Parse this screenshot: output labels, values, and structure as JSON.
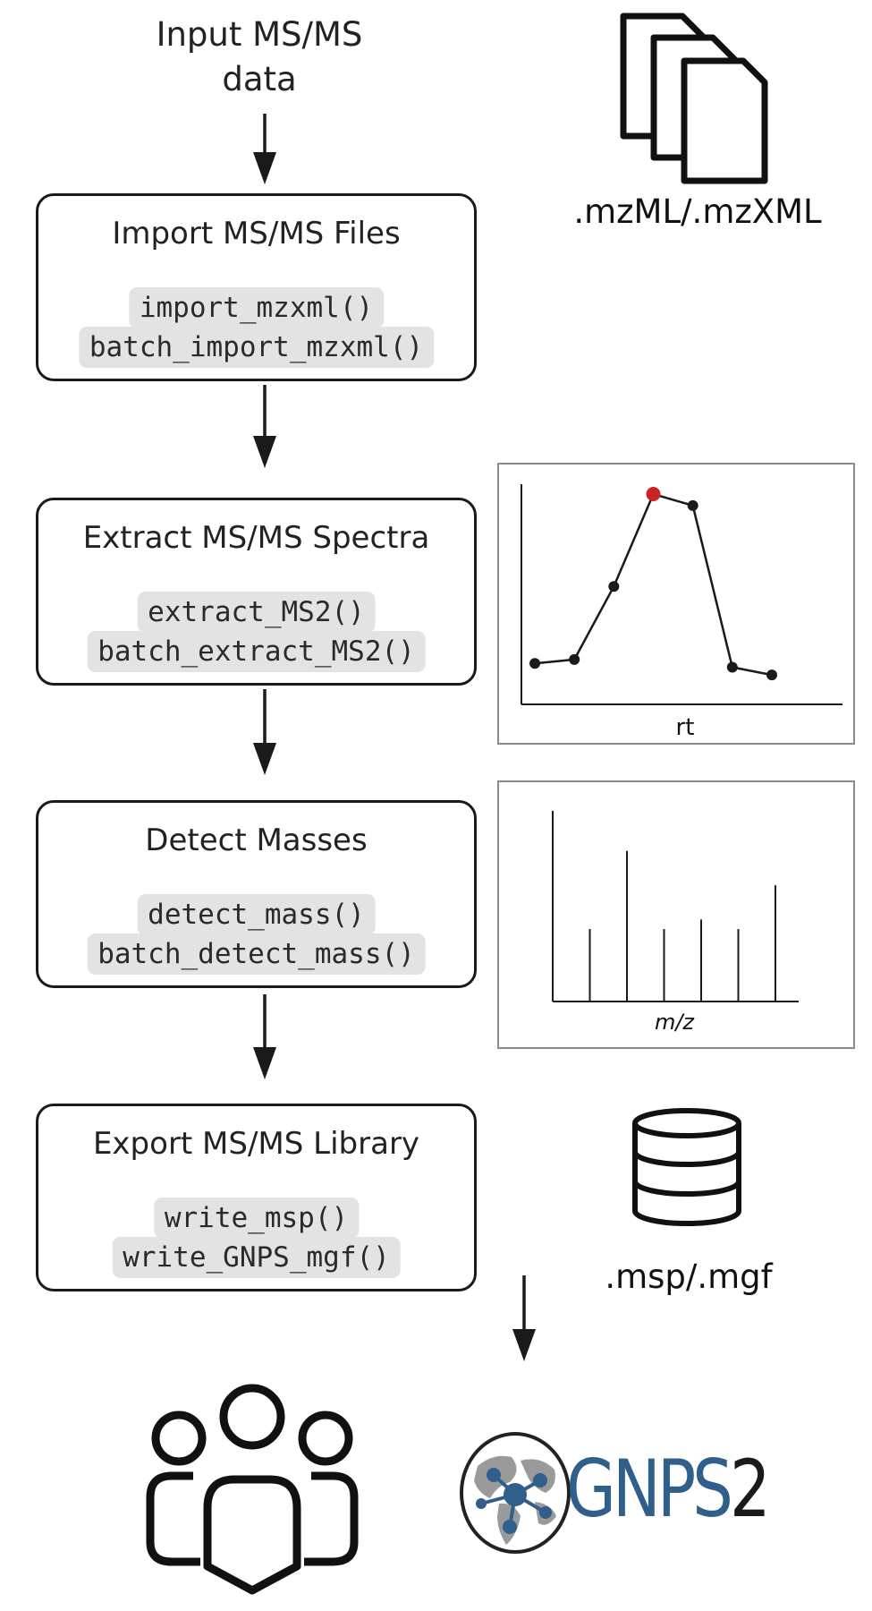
{
  "input_title": "Input MS/MS data",
  "input_file_label": ".mzML/.mzXML",
  "steps": [
    {
      "title": "Import MS/MS Files",
      "functions": [
        "import_mzxml()",
        "batch_import_mzxml()"
      ]
    },
    {
      "title": "Extract MS/MS Spectra",
      "functions": [
        "extract_MS2()",
        "batch_extract_MS2()"
      ]
    },
    {
      "title": "Detect Masses",
      "functions": [
        "detect_mass()",
        "batch_detect_mass()"
      ]
    },
    {
      "title": "Export MS/MS Library",
      "functions": [
        "write_msp()",
        "write_GNPS_mgf()"
      ]
    }
  ],
  "output_file_label": ".msp/.mgf",
  "gnps_logo_text": "GNPS",
  "gnps_logo_number": "2",
  "chart_data": [
    {
      "type": "line",
      "xlabel": "rt",
      "x": [
        1,
        2,
        3,
        4,
        5,
        6,
        7
      ],
      "values": [
        0.12,
        0.14,
        0.52,
        1.0,
        0.94,
        0.1,
        0.06
      ],
      "highlight_index": 3,
      "highlight_color": "#cc2222"
    },
    {
      "type": "bar",
      "xlabel": "m/z",
      "x": [
        1,
        2,
        3,
        4,
        5,
        6,
        7
      ],
      "values": [
        1.0,
        0.38,
        0.79,
        0.38,
        0.43,
        0.38,
        0.61
      ]
    }
  ],
  "colors": {
    "stroke": "#1a1a1a",
    "code_bg": "#e3e3e3",
    "gnps_blue": "#2f5f8a"
  }
}
